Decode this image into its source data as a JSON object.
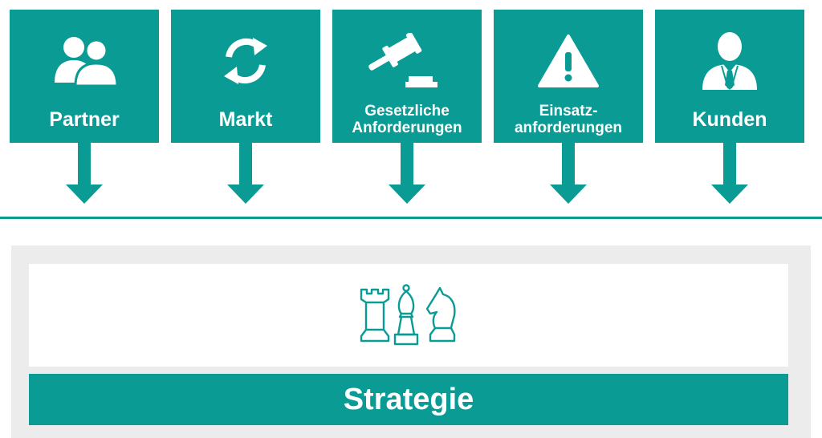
{
  "colors": {
    "accent": "#0a9b95",
    "panel": "#ececec",
    "white": "#ffffff"
  },
  "factors": [
    {
      "label": "Partner",
      "icon": "partners-icon"
    },
    {
      "label": "Markt",
      "icon": "refresh-cycle-icon"
    },
    {
      "label_lines": [
        "Gesetzliche",
        "Anforderungen"
      ],
      "icon": "gavel-icon"
    },
    {
      "label_lines": [
        "Einsatz-",
        "anforderungen"
      ],
      "icon": "warning-icon"
    },
    {
      "label": "Kunden",
      "icon": "businessman-icon"
    }
  ],
  "strategy": {
    "label": "Strategie",
    "icon": "chess-pieces-icon"
  }
}
